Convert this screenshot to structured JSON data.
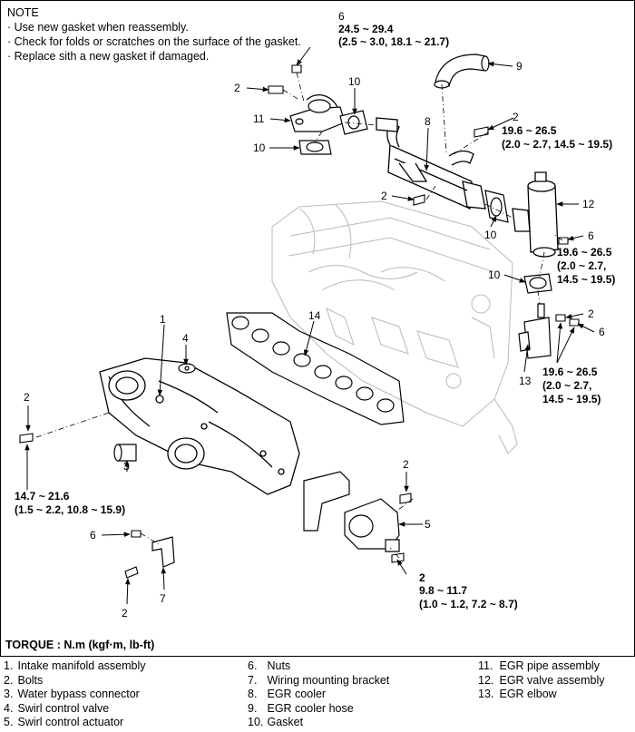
{
  "note": {
    "title": "NOTE",
    "lines": [
      "· Use new gasket when reassembly.",
      "· Check for folds or scratches on the surface of the gasket.",
      "· Replace sith a new gasket if damaged."
    ]
  },
  "callouts": {
    "c1": "1",
    "c2a": "2",
    "c2b": "2",
    "c2c": "2",
    "c2d": "2",
    "c2e": "2",
    "c2f": "2",
    "c2g": "2",
    "c2h": "2",
    "c3": "3",
    "c4": "4",
    "c5": "5",
    "c6a": "6",
    "c6b": "6",
    "c6c": "6",
    "c6d": "6",
    "c7": "7",
    "c8": "8",
    "c9": "9",
    "c10a": "10",
    "c10b": "10",
    "c10c": "10",
    "c10d": "10",
    "c11": "11",
    "c12": "12",
    "c13": "13",
    "c14": "14"
  },
  "torques": {
    "t_nut6_a": "24.5 ~ 29.4",
    "t_nut6_b": "(2.5 ~ 3.0, 18.1 ~ 21.7)",
    "t_bolt_egr_a": "19.6 ~ 26.5",
    "t_bolt_egr_b": "(2.0 ~ 2.7, 14.5 ~ 19.5)",
    "t_valve_a": "19.6 ~ 26.5",
    "t_valve_b": "(2.0 ~ 2.7,",
    "t_valve_c": "14.5 ~ 19.5)",
    "t_elbow_a": "19.6 ~ 26.5",
    "t_elbow_b": "(2.0 ~ 2.7,",
    "t_elbow_c": "14.5 ~ 19.5)",
    "t_manifold_a": "14.7 ~ 21.6",
    "t_manifold_b": "(1.5 ~ 2.2, 10.8 ~ 15.9)",
    "t_actuator_a": "9.8 ~ 11.7",
    "t_actuator_b": "(1.0 ~ 1.2, 7.2 ~ 8.7)"
  },
  "torque_unit": "TORQUE : N.m (kgf·m, lb-ft)",
  "legend": {
    "col1": [
      {
        "n": "1.",
        "t": "Intake manifold assembly"
      },
      {
        "n": "2.",
        "t": "Bolts"
      },
      {
        "n": "3.",
        "t": "Water bypass connector"
      },
      {
        "n": "4.",
        "t": "Swirl control valve"
      },
      {
        "n": "5.",
        "t": "Swirl control actuator"
      }
    ],
    "col2": [
      {
        "n": "6.",
        "t": "Nuts"
      },
      {
        "n": "7.",
        "t": "Wiring mounting bracket"
      },
      {
        "n": "8.",
        "t": "EGR cooler"
      },
      {
        "n": "9.",
        "t": "EGR cooler hose"
      },
      {
        "n": "10.",
        "t": "Gasket"
      }
    ],
    "col3": [
      {
        "n": "11.",
        "t": "EGR pipe assembly"
      },
      {
        "n": "12.",
        "t": "EGR valve assembly"
      },
      {
        "n": "13.",
        "t": "EGR elbow"
      }
    ]
  }
}
